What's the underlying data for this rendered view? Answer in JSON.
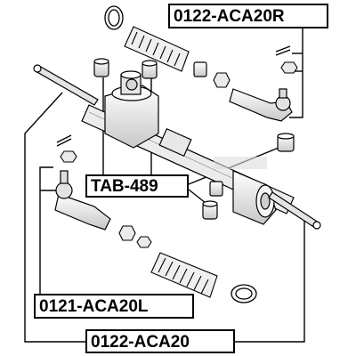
{
  "diagram": {
    "labels": {
      "tie_rod_end_right": "0122-ACA20R",
      "bushing": "TAB-489",
      "tie_rod_end_left": "0121-ACA20L",
      "tie_rod": "0122-ACA20"
    },
    "colors": {
      "line": "#000000",
      "background": "#ffffff",
      "part_fill": "#f2f2f2",
      "part_shade": "#c8c8c8"
    },
    "icons": [
      "steering-rack-icon",
      "dust-boot-icon",
      "tie-rod-end-icon",
      "bushing-icon",
      "clamp-icon",
      "nut-icon",
      "cotter-pin-icon",
      "inner-tie-rod-icon"
    ]
  }
}
